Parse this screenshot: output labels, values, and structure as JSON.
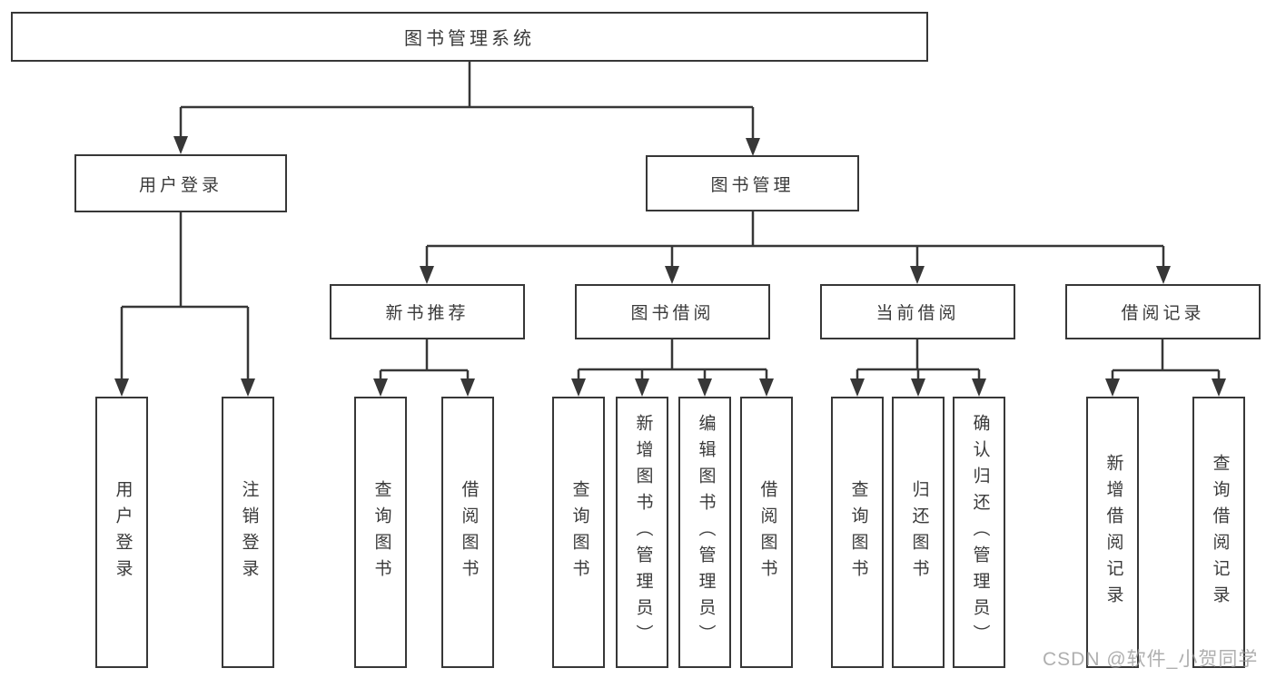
{
  "diagram": {
    "type": "tree",
    "nodes": {
      "root": {
        "label": "图书管理系统"
      },
      "user_login": {
        "label": "用户登录"
      },
      "book_management": {
        "label": "图书管理"
      },
      "new_book_recommendation": {
        "label": "新书推荐"
      },
      "book_borrowing": {
        "label": "图书借阅"
      },
      "current_borrowing": {
        "label": "当前借阅"
      },
      "borrowing_records": {
        "label": "借阅记录"
      },
      "leaf_user_login": {
        "label": "用户登录"
      },
      "leaf_logout": {
        "label": "注销登录"
      },
      "leaf_query_books_rec": {
        "label": "查询图书"
      },
      "leaf_borrow_books_rec": {
        "label": "借阅图书"
      },
      "leaf_query_books_bor": {
        "label": "查询图书"
      },
      "leaf_add_books_admin": {
        "label": "新增图书（管理员）"
      },
      "leaf_edit_books_admin": {
        "label": "编辑图书（管理员）"
      },
      "leaf_borrow_books": {
        "label": "借阅图书"
      },
      "leaf_query_books_cur": {
        "label": "查询图书"
      },
      "leaf_return_books": {
        "label": "归还图书"
      },
      "leaf_confirm_return_admin": {
        "label": "确认归还（管理员）"
      },
      "leaf_add_borrow_record": {
        "label": "新增借阅记录"
      },
      "leaf_query_borrow_record": {
        "label": "查询借阅记录"
      }
    },
    "hierarchy": {
      "图书管理系统": [
        "用户登录",
        "图书管理"
      ],
      "用户登录": [
        "用户登录",
        "注销登录"
      ],
      "图书管理": [
        "新书推荐",
        "图书借阅",
        "当前借阅",
        "借阅记录"
      ],
      "新书推荐": [
        "查询图书",
        "借阅图书"
      ],
      "图书借阅": [
        "查询图书",
        "新增图书（管理员）",
        "编辑图书（管理员）",
        "借阅图书"
      ],
      "当前借阅": [
        "查询图书",
        "归还图书",
        "确认归还（管理员）"
      ],
      "借阅记录": [
        "新增借阅记录",
        "查询借阅记录"
      ]
    },
    "colors": {
      "line": "#373737",
      "box_fill": "#ffffff",
      "text": "#3a3a3a"
    }
  },
  "watermark": {
    "text": "CSDN @软件_小贺同学"
  }
}
